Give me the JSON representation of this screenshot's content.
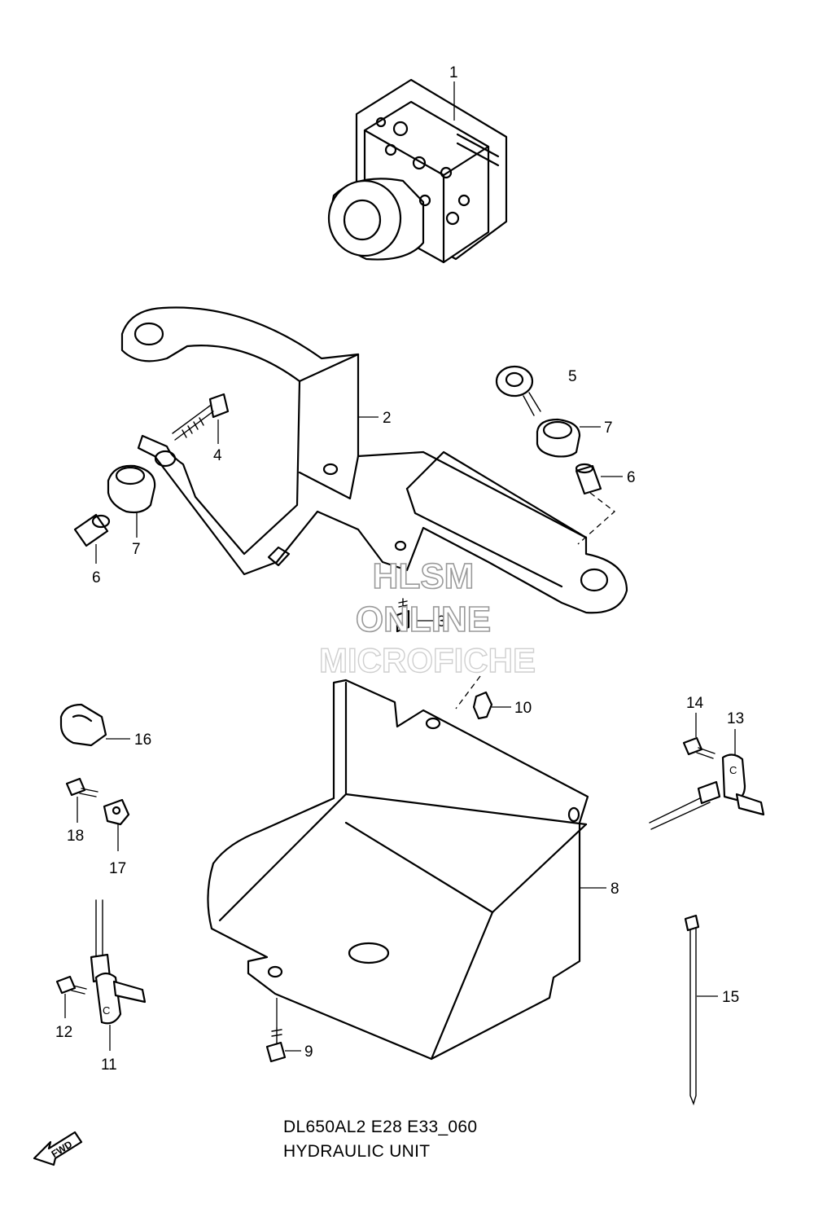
{
  "diagram": {
    "code": "DL650AL2 E28 E33_060",
    "name": "HYDRAULIC UNIT",
    "watermark": [
      "HLSM",
      "ONLINE",
      "MICROFICHE"
    ],
    "fwd_label": "FWD",
    "callouts": {
      "c1": "1",
      "c2": "2",
      "c3": "3",
      "c4": "4",
      "c5": "5",
      "c6a": "6",
      "c6b": "6",
      "c7a": "7",
      "c7b": "7",
      "c8": "8",
      "c9": "9",
      "c10": "10",
      "c11": "11",
      "c12": "12",
      "c13": "13",
      "c14": "14",
      "c15": "15",
      "c16": "16",
      "c17": "17",
      "c18": "18"
    }
  }
}
